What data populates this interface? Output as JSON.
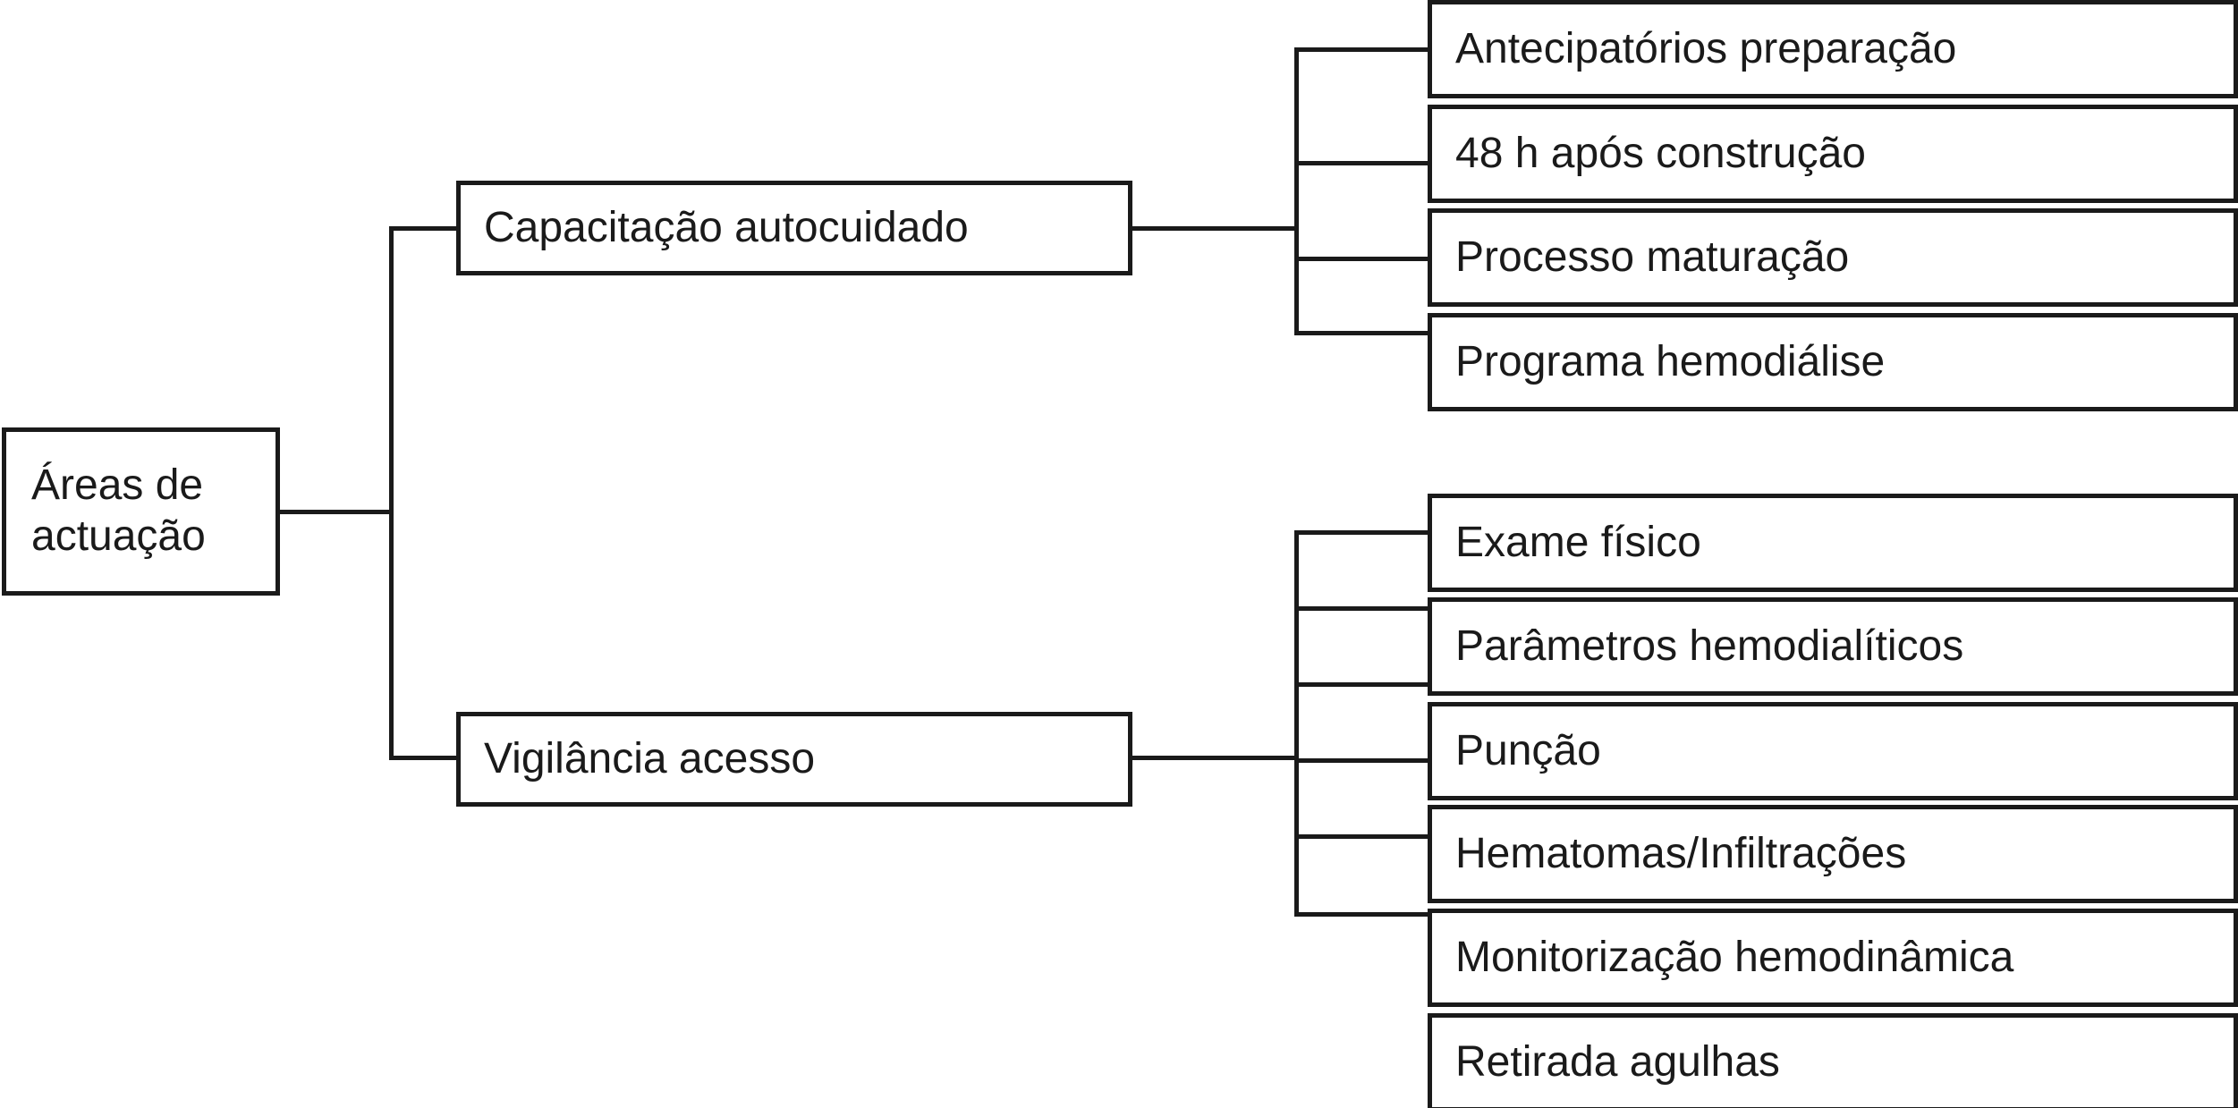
{
  "diagram": {
    "title_text": "Áreas de actuação",
    "type": "organizational-tree",
    "language": "pt",
    "colors": {
      "line": "#1a1a1a",
      "box_fill": "#ffffff",
      "text": "#1a1a1a",
      "background": "#ffffff"
    },
    "root": {
      "label": "Áreas de\nactuação"
    },
    "branches": [
      {
        "label": "Capacitação autocuidado",
        "children": [
          {
            "label": "Antecipatórios preparação"
          },
          {
            "label": "48 h após construção"
          },
          {
            "label": "Processo maturação"
          },
          {
            "label": "Programa hemodiálise"
          }
        ]
      },
      {
        "label": "Vigilância acesso",
        "children": [
          {
            "label": "Exame físico"
          },
          {
            "label": "Parâmetros hemodialíticos"
          },
          {
            "label": "Punção"
          },
          {
            "label": "Hematomas/Infiltrações"
          },
          {
            "label": "Monitorização hemodinâmica"
          },
          {
            "label": "Retirada agulhas"
          }
        ]
      }
    ]
  }
}
